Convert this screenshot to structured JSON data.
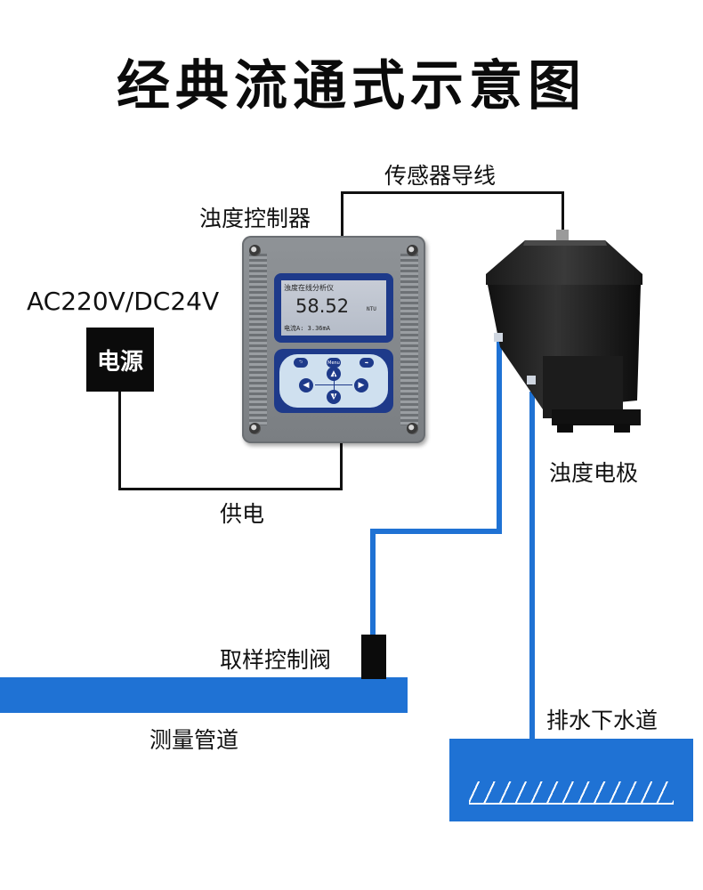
{
  "title": "经典流通式示意图",
  "labels": {
    "sensor_cable": "传感器导线",
    "controller": "浊度控制器",
    "power_spec": "AC220V/DC24V",
    "power_box": "电源",
    "power_supply": "供电",
    "electrode": "浊度电极",
    "sampling_valve": "取样控制阀",
    "measure_pipe": "测量管道",
    "drain": "排水下水道"
  },
  "display": {
    "header": "浊度在线分析仪",
    "reading": "58.52",
    "unit": "NTU",
    "current": "电流A: 3.36mA"
  },
  "keys": {
    "menu": "Menu",
    "back_icon": "back-arrow-icon",
    "enter_icon": "enter-arrow-icon"
  },
  "colors": {
    "pipe": "#1f72d4",
    "wire": "#111111",
    "panel_blue": "#1e3a8a"
  }
}
